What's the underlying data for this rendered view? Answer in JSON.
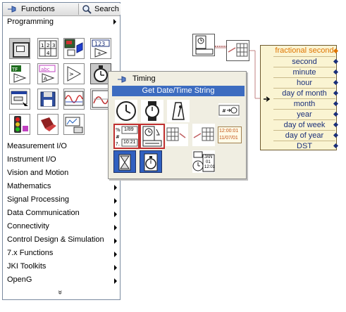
{
  "functions_palette": {
    "title": "Functions",
    "search_label": "Search",
    "category_header": "Programming",
    "categories": [
      "Measurement I/O",
      "Instrument I/O",
      "Vision and Motion",
      "Mathematics",
      "Signal Processing",
      "Data Communication",
      "Connectivity",
      "Control Design & Simulation",
      "7.x Functions",
      "JKI Toolkits",
      "OpenG"
    ],
    "more_glyph": "»"
  },
  "timing_palette": {
    "title": "Timing",
    "tooltip": "Get Date/Time String",
    "icons": [
      "tick-count-icon",
      "wait-ms-icon",
      "wait-until-next-multiple-icon",
      "time-constant-icon",
      "format-date-time-string-icon",
      "get-date-time-string-icon",
      "seconds-to-date-time-icon",
      "date-time-to-seconds-icon",
      "time-stamp-constant-icon",
      "time-delay-icon",
      "elapsed-time-icon",
      "get-date-time-seconds-icon"
    ],
    "text_labels": {
      "fmt_top": "1/89",
      "fmt_mid": "10:21",
      "stamp_time": "12:00:01",
      "stamp_date": "11/07/01",
      "get_secs_top": "JAN",
      "get_secs_mid": "01",
      "get_secs_bot": "12:01"
    }
  },
  "block_diagram": {
    "unbundle_fields": [
      "fractional second",
      "second",
      "minute",
      "hour",
      "day of month",
      "month",
      "year",
      "day of week",
      "day of year",
      "DST"
    ],
    "wire_color": "#c08080",
    "field_color": "#1a2f7a",
    "first_field_color": "#e07500"
  }
}
